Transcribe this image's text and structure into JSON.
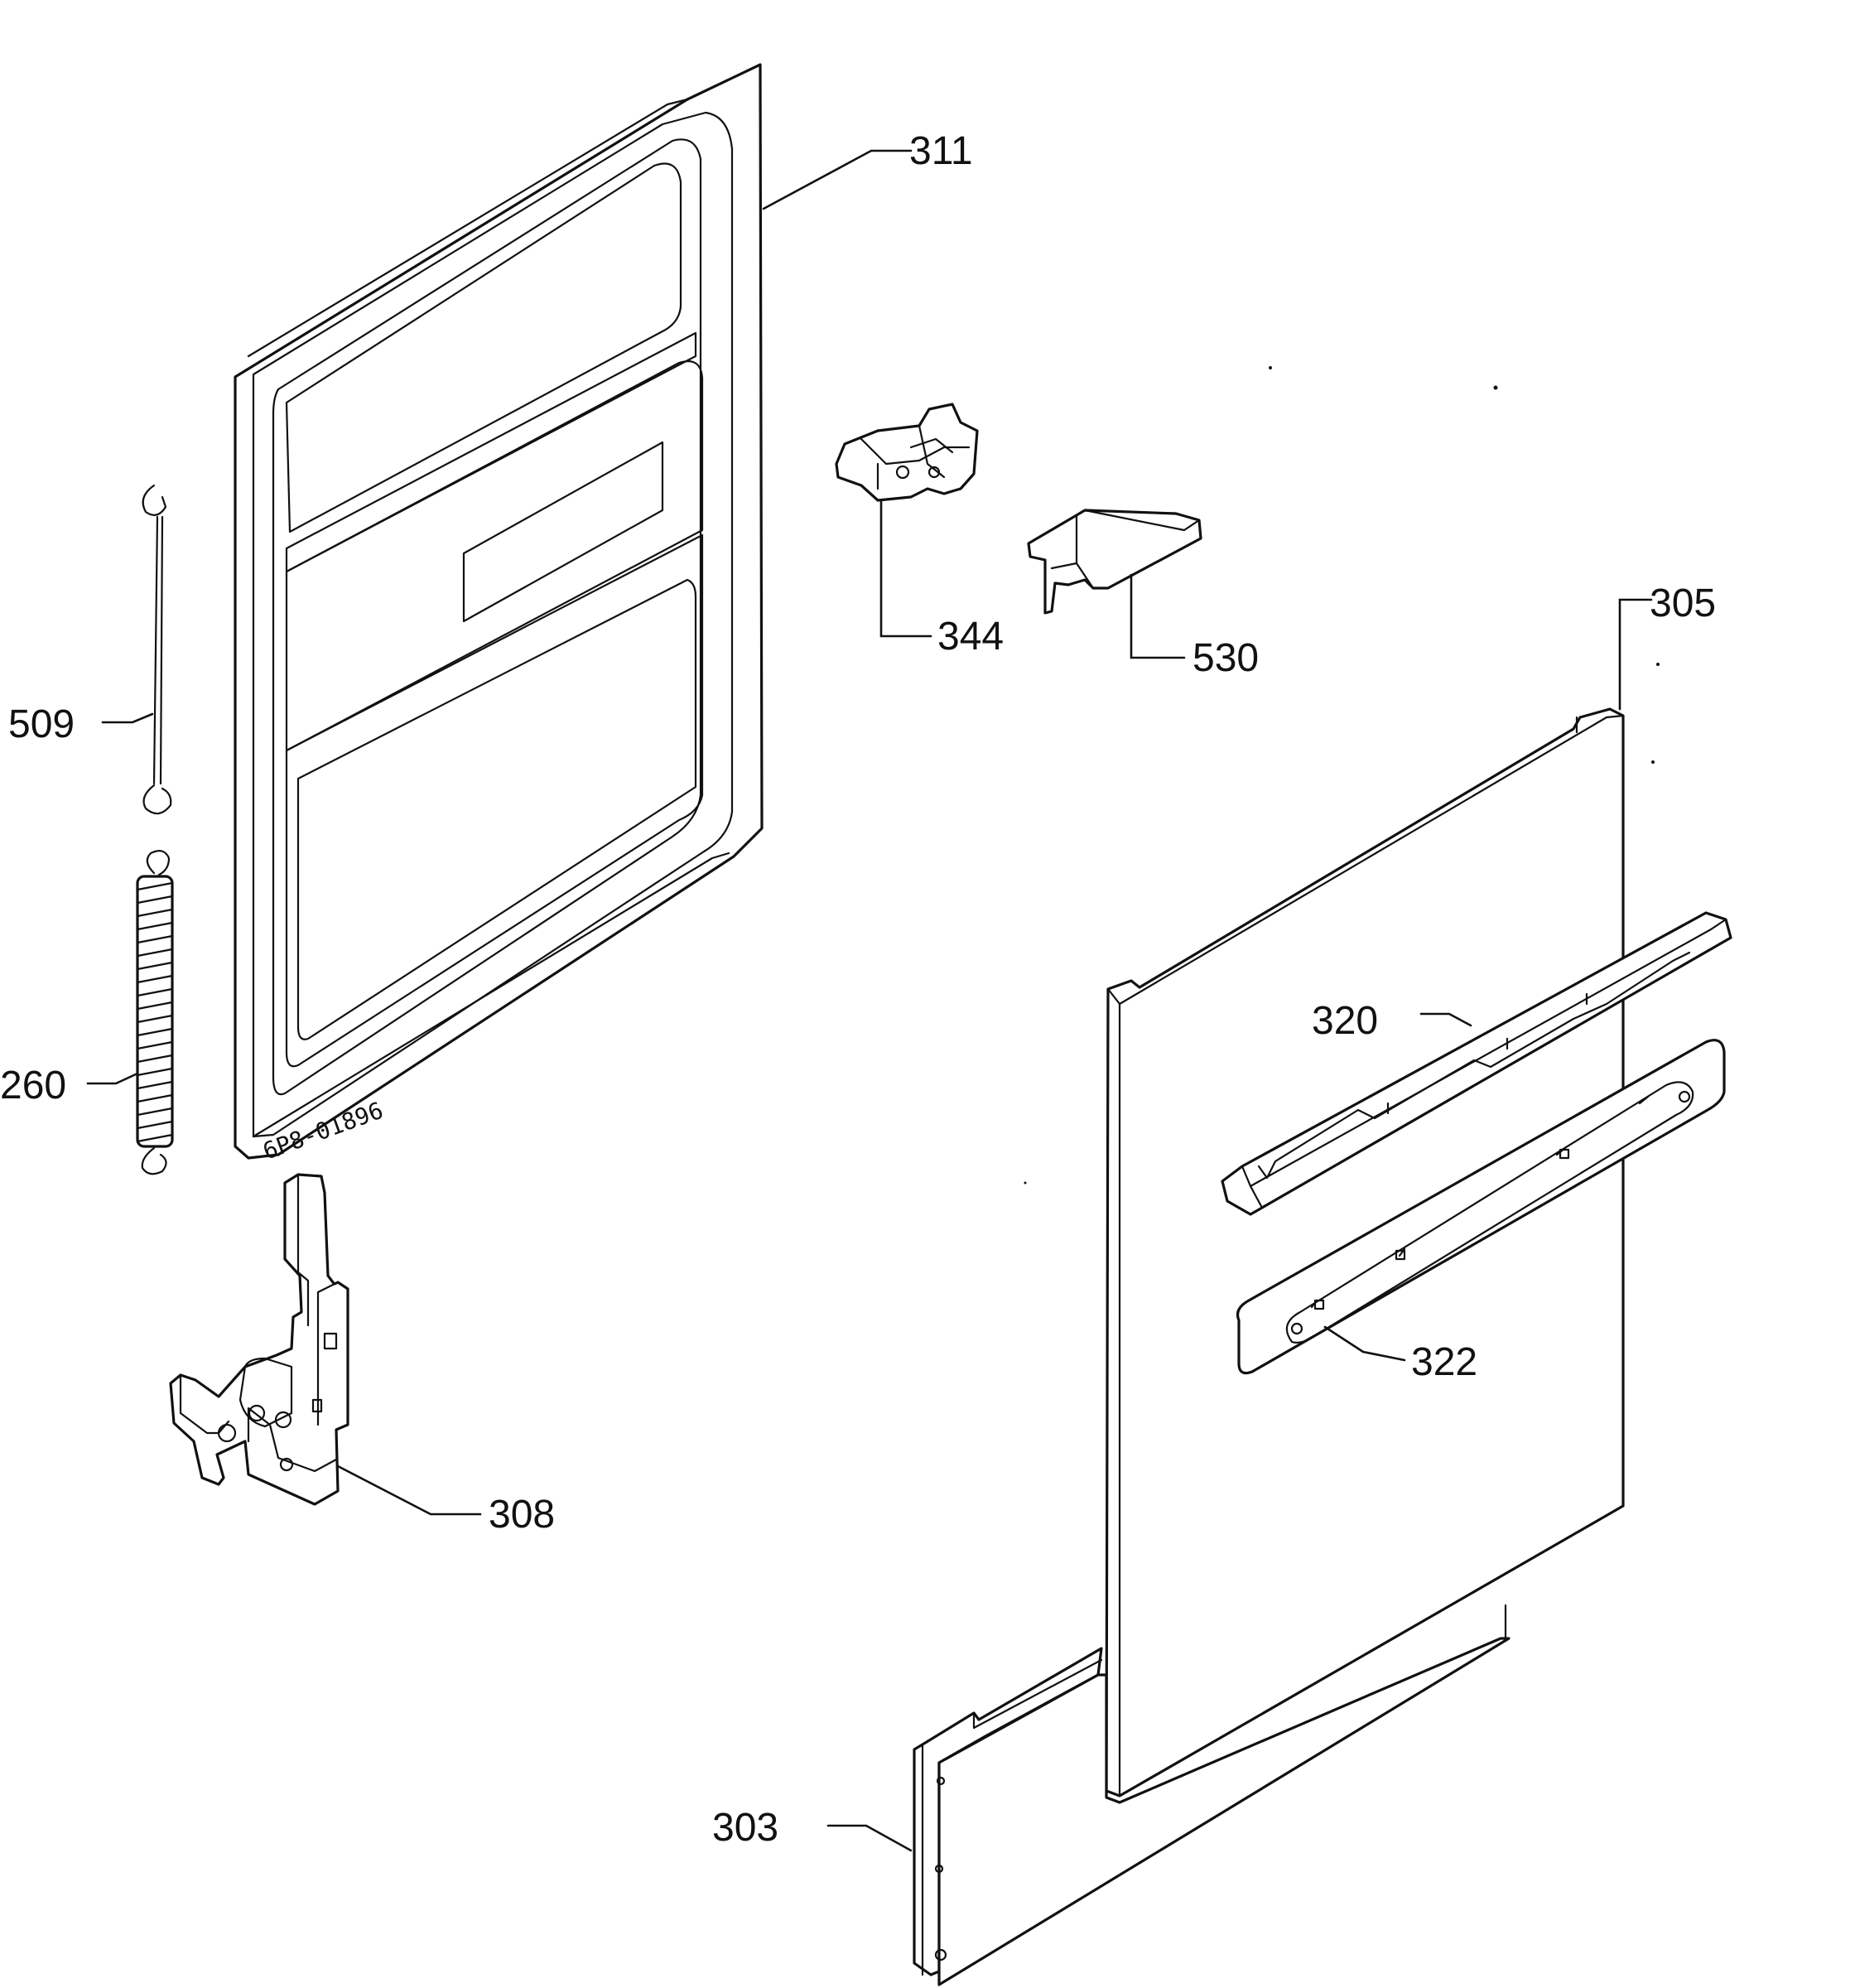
{
  "drawing_number": "6P8-01896",
  "callouts": {
    "c311": "311",
    "c344": "344",
    "c530": "530",
    "c305": "305",
    "c509": "509",
    "c260": "260",
    "c320": "320",
    "c322": "322",
    "c308": "308",
    "c303": "303"
  }
}
